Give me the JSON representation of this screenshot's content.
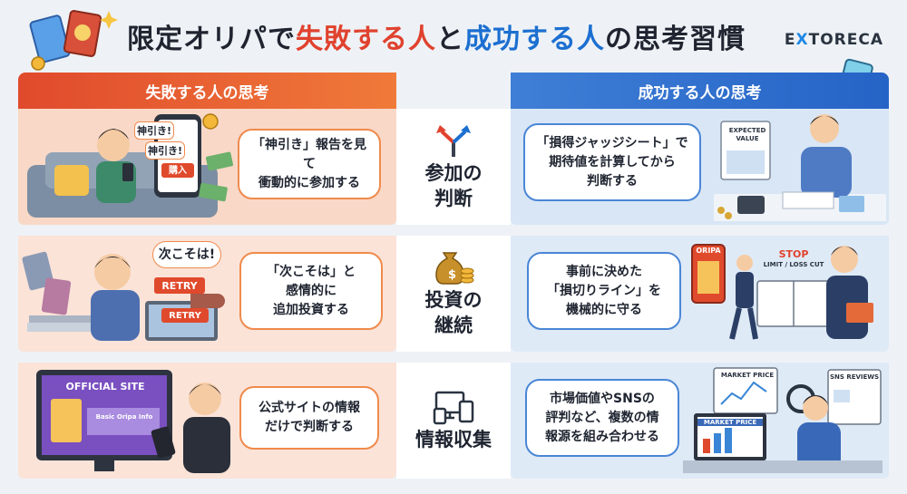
{
  "title": {
    "part1": "限定オリパで",
    "fail_word": "失敗する人",
    "part2": "と",
    "success_word": "成功する人",
    "part3": "の思考習慣"
  },
  "brand": {
    "prefix": "E",
    "x": "X",
    "suffix": "TORECA"
  },
  "columns": {
    "fail_header": "失敗する人の思考",
    "success_header": "成功する人の思考"
  },
  "rows": [
    {
      "category": "参加の\n判断",
      "fail_text": "「神引き」報告を見て\n衝動的に参加する",
      "success_text": "「損得ジャッジシート」で\n期待値を計算してから\n判断する",
      "fail_illus": {
        "bubble1": "神引き!",
        "bubble2": "神引き!",
        "button": "購入"
      },
      "success_illus": {
        "sheet": "EXPECTED\nVALUE"
      }
    },
    {
      "category": "投資の\n継続",
      "fail_text": "「次こそは」と\n感情的に\n追加投資する",
      "success_text": "事前に決めた\n「損切りライン」を\n機械的に守る",
      "fail_illus": {
        "thought": "次こそは!",
        "retry1": "RETRY",
        "retry2": "RETRY"
      },
      "success_illus": {
        "card": "ORIPA",
        "stop": "STOP",
        "limit": "LIMIT / LOSS CUT"
      }
    },
    {
      "category": "情報収集",
      "fail_text": "公式サイトの情報\nだけで判断する",
      "success_text": "市場価値やSNSの\n評判など、複数の情\n報源を組み合わせる",
      "fail_illus": {
        "site": "OFFICIAL SITE",
        "info": "Basic Oripa Info"
      },
      "success_illus": {
        "market1": "MARKET PRICE",
        "market2": "MARKET PRICE",
        "sns": "SNS REVIEWS"
      }
    }
  ],
  "colors": {
    "fail": "#e0422e",
    "success": "#1c6fd1"
  }
}
